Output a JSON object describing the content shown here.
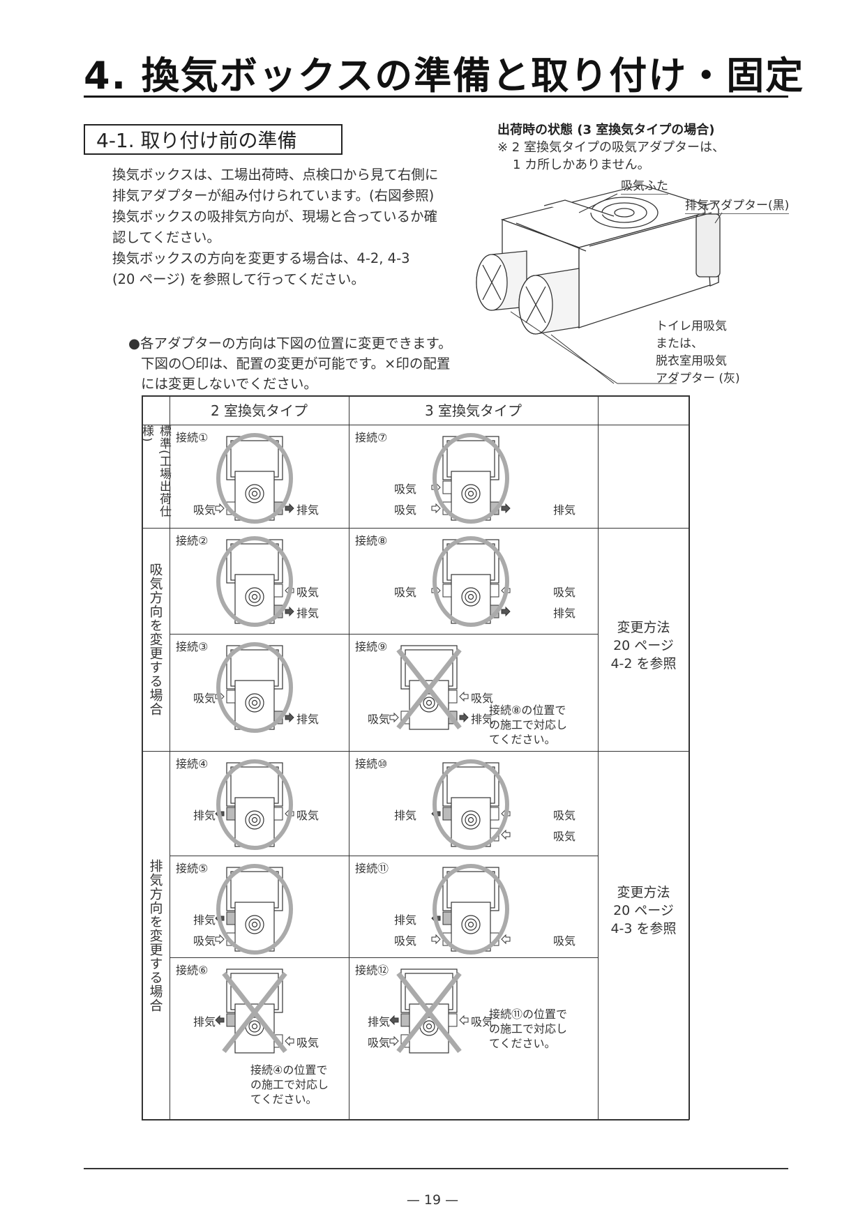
{
  "header": {
    "title": "4. 換気ボックスの準備と取り付け・固定"
  },
  "section": {
    "title": "4-1. 取り付け前の準備",
    "paragraph_lines": [
      "換気ボックスは、工場出荷時、点検口から見て右側に",
      "排気アダプターが組み付けられています。(右図参照)",
      "換気ボックスの吸排気方向が、現場と合っているか確",
      "認してください。",
      "換気ボックスの方向を変更する場合は、4-2, 4-3",
      "(20 ページ) を参照して行ってください。"
    ],
    "bullet_lines": [
      "●各アダプターの方向は下図の位置に変更できます。",
      "下図の〇印は、配置の変更が可能です。×印の配置",
      "には変更しないでください。"
    ]
  },
  "figure": {
    "caption": "出荷時の状態 (3 室換気タイプの場合)",
    "note_lines": [
      "※ 2 室換気タイプの吸気アダプターは、",
      "1 カ所しかありません。"
    ],
    "label_intake_cover": "吸気ふた",
    "label_exhaust_adapter": "排気アダプター(黒)",
    "label_intake_adapter_lines": [
      "トイレ用吸気",
      "または、",
      "脱衣室用吸気",
      "アダプター (灰)"
    ]
  },
  "table": {
    "col_headers": [
      "2 室換気タイプ",
      "3 室換気タイプ"
    ],
    "row_groups": [
      "標準(工場出荷仕様)",
      "吸気方向を変更する場合",
      "排気方向を変更する場合"
    ],
    "howto": [
      [
        "変更方法",
        "20 ページ",
        "4-2 を参照"
      ],
      [
        "変更方法",
        "20 ページ",
        "4-3 を参照"
      ]
    ],
    "mark_colors": {
      "circle": "#aaaaaa",
      "cross": "#aaaaaa",
      "exhaust_arrow": "#555555"
    },
    "cells": [
      {
        "label": "接続①",
        "mark": "ok",
        "ports": {
          "left_bottom": "吸気",
          "right_bottom": "排気"
        }
      },
      {
        "label": "接続⑦",
        "mark": "ok",
        "ports": {
          "left_top": "吸気",
          "left_bottom": "吸気",
          "right_bottom": "排気"
        }
      },
      {
        "label": "接続②",
        "mark": "ok",
        "ports": {
          "right_top": "吸気",
          "right_bottom": "排気"
        }
      },
      {
        "label": "接続⑧",
        "mark": "ok",
        "ports": {
          "left_top": "吸気",
          "right_top": "吸気",
          "right_bottom": "排気"
        }
      },
      {
        "label": "接続③",
        "mark": "ok",
        "ports": {
          "left_top": "吸気",
          "right_bottom": "排気"
        }
      },
      {
        "label": "接続⑨",
        "mark": "ng",
        "ports": {
          "right_top": "吸気",
          "right_bottom": "排気",
          "left_bottom": "吸気"
        },
        "note": "接続⑧の位置で\nの施工で対応し\nてください。"
      },
      {
        "label": "接続④",
        "mark": "ok",
        "ports": {
          "left_top": "排気",
          "right_top": "吸気"
        }
      },
      {
        "label": "接続⑩",
        "mark": "ok",
        "ports": {
          "left_top": "排気",
          "right_top": "吸気",
          "right_bottom": "吸気"
        }
      },
      {
        "label": "接続⑤",
        "mark": "ok",
        "ports": {
          "left_top": "排気",
          "left_bottom": "吸気"
        }
      },
      {
        "label": "接続⑪",
        "mark": "ok",
        "ports": {
          "left_top": "排気",
          "left_bottom": "吸気",
          "right_bottom": "吸気"
        }
      },
      {
        "label": "接続⑥",
        "mark": "ng",
        "ports": {
          "left_top": "排気",
          "right_bottom": "吸気"
        },
        "note": "接続④の位置で\nの施工で対応し\nてください。"
      },
      {
        "label": "接続⑫",
        "mark": "ng",
        "ports": {
          "left_top": "排気",
          "left_bottom": "吸気",
          "right_top": "吸気"
        },
        "note": "接続⑪の位置で\nの施工で対応し\nてください。"
      }
    ]
  },
  "footer": {
    "page_number": "— 19 —"
  }
}
